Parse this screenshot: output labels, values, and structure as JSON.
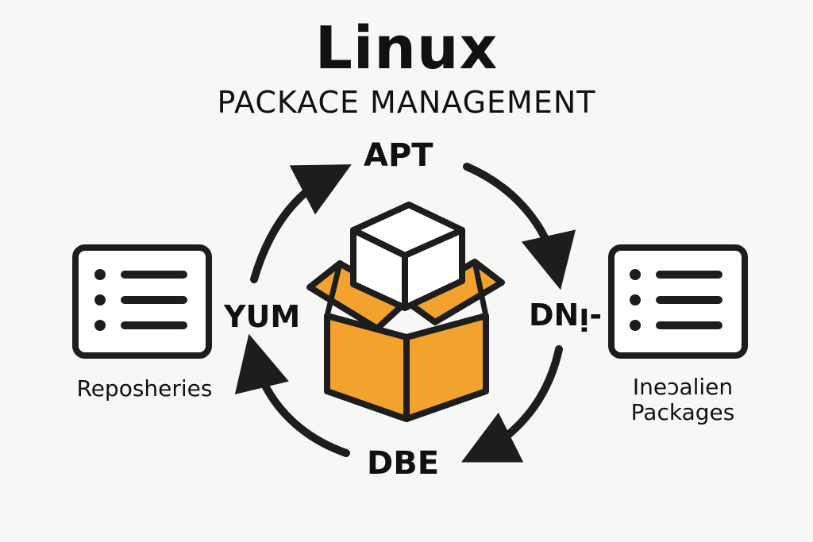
{
  "title": "Linux",
  "subtitle": "PACKACE MANAGEMENT",
  "cycle": {
    "top": "APT",
    "left": "YUM",
    "right": "DNᴉ-",
    "bottom": "DBE"
  },
  "left_panel": {
    "icon": "list-document-icon",
    "label": "Reposheries"
  },
  "right_panel": {
    "icon": "list-document-icon",
    "label_line1": "Ineɔalien",
    "label_line2": "Packages"
  },
  "center_icon": "package-box-icon",
  "colors": {
    "box_orange": "#f3a32d",
    "cube_white": "#ffffff",
    "stroke": "#1d1d1d"
  }
}
